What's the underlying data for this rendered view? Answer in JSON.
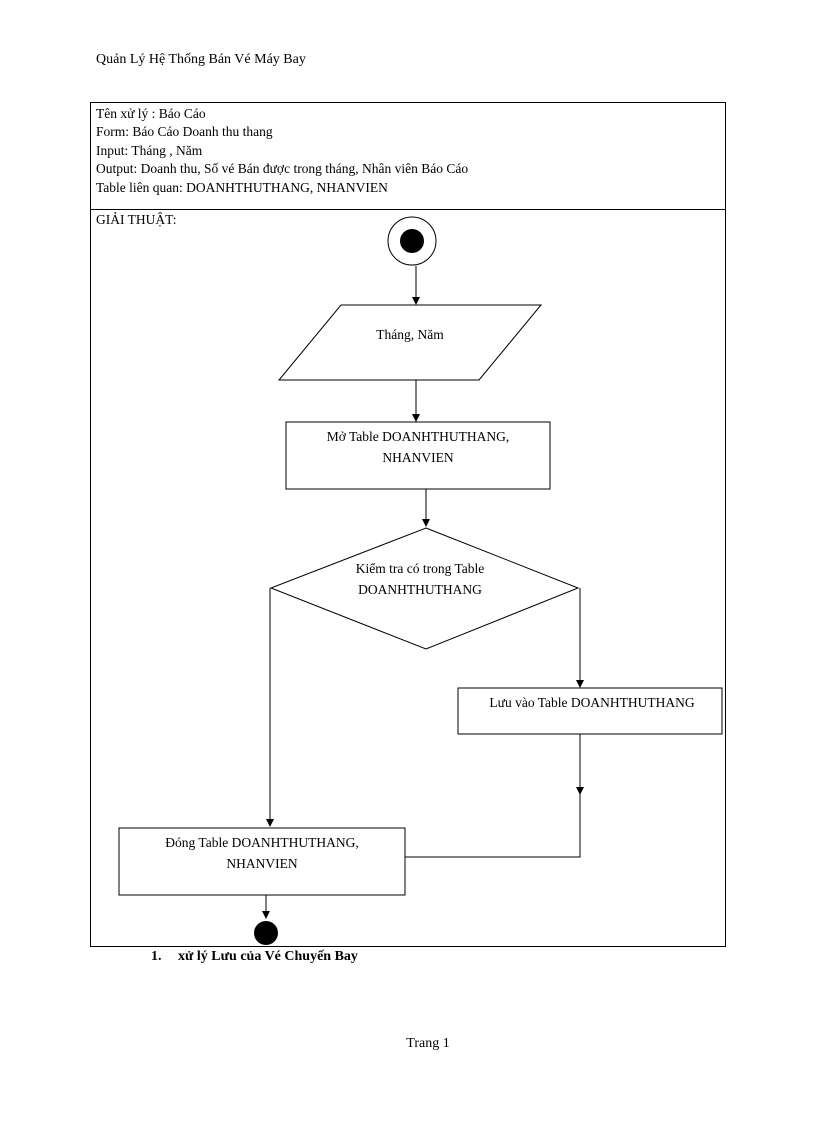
{
  "header": {
    "title": "Quản Lý Hệ Thống Bán Vé Máy Bay"
  },
  "spec": {
    "name": "Tên xử lý : Báo Cáo",
    "form": "Form:  Báo Cáo Doanh thu thang",
    "input": "Input:  Tháng , Năm",
    "output": "Output:  Doanh thu, Số vé Bán được trong tháng, Nhân viên Báo Cáo",
    "tables": "Table liên  quan:  DOANHTHUTHANG, NHANVIEN"
  },
  "algorithm": {
    "label": "GIẢI THUẬT:",
    "input_shape": "Tháng,  Năm",
    "open_line1": "Mở Table  DOANHTHUTHANG,",
    "open_line2": "NHANVIEN",
    "decision_line1": "Kiểm tra có trong Table",
    "decision_line2": "DOANHTHUTHANG",
    "save": "Lưu vào Table DOANHTHUTHANG",
    "close_line1": "Đóng Table DOANHTHUTHANG,",
    "close_line2": "NHANVIEN"
  },
  "section": {
    "number": "1.",
    "title": "xử lý Lưu của Vé Chuyến Bay"
  },
  "footer": {
    "page": "Trang 1"
  }
}
